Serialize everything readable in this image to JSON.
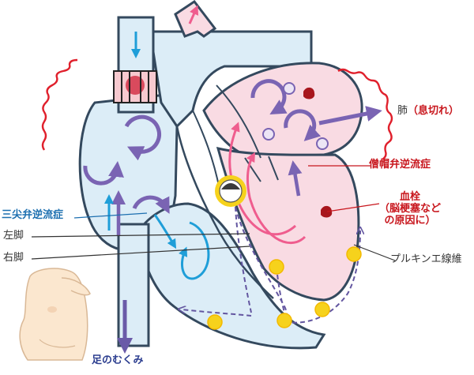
{
  "labels": {
    "lung": "肺",
    "lung_sub": "（息切れ）",
    "mitral": "僧帽弁逆流症",
    "thrombus_line1": "血栓",
    "thrombus_line2": "（脳梗塞など",
    "thrombus_line3": "の原因に）",
    "tricuspid": "三尖弁逆流症",
    "left_bundle": "左脚",
    "right_bundle": "右脚",
    "purkinje": "プルキンエ線維",
    "edema": "足のむくみ"
  },
  "colors": {
    "right_heart": "#dcedf7",
    "left_heart": "#f9dbe3",
    "outline": "#34495e",
    "blood_flow": "#7a64b3",
    "right_arrow": "#1f9ed8",
    "left_arrow": "#ef5d8e",
    "nerve_path": "#6356a0",
    "node": "#f6d21c",
    "label_red": "#c8161d",
    "label_blue": "#1c6fb0",
    "wave_red": "#e0202c"
  },
  "icons": {
    "arrow": "arrow-icon",
    "node_face": "smiley-node-icon",
    "pacemaker": "pacemaker-cell-icon",
    "clot": "clot-icon",
    "trapped_cell": "caged-cell-icon",
    "leg": "leg-illustration"
  }
}
